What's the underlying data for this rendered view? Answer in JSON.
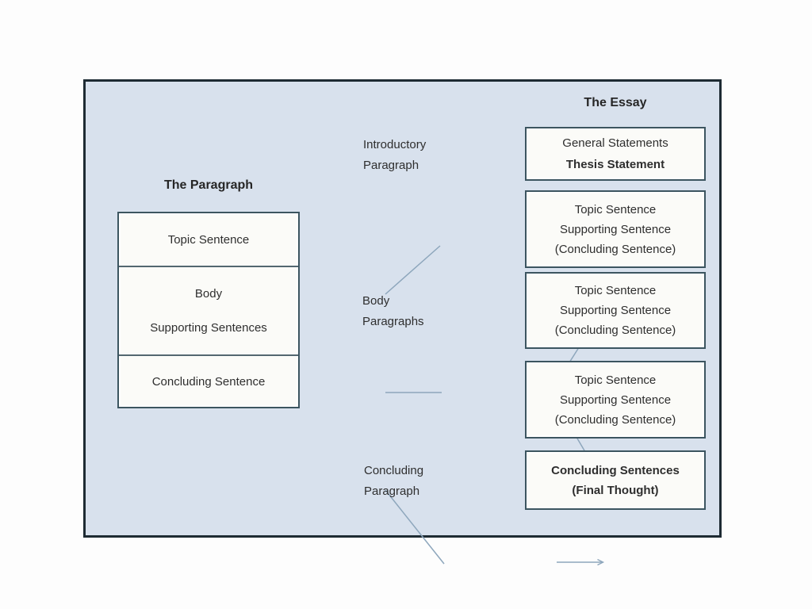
{
  "paragraph": {
    "title": "The Paragraph",
    "sections": {
      "topic": "Topic Sentence",
      "body_line1": "Body",
      "body_line2": "Supporting Sentences",
      "concluding": "Concluding Sentence"
    }
  },
  "essay": {
    "title": "The Essay",
    "intro_box": {
      "line1": "General Statements",
      "line2": "Thesis Statement"
    },
    "body_boxes": [
      {
        "line1": "Topic Sentence",
        "line2": "Supporting Sentence",
        "line3": "(Concluding Sentence)"
      },
      {
        "line1": "Topic Sentence",
        "line2": "Supporting Sentence",
        "line3": "(Concluding Sentence)"
      },
      {
        "line1": "Topic Sentence",
        "line2": "Supporting Sentence",
        "line3": "(Concluding Sentence)"
      }
    ],
    "concluding_box": {
      "line1": "Concluding Sentences",
      "line2": "(Final Thought)"
    }
  },
  "labels": {
    "introductory": {
      "line1": "Introductory",
      "line2": "Paragraph"
    },
    "body": {
      "line1": "Body",
      "line2": "Paragraphs"
    },
    "concluding": {
      "line1": "Concluding",
      "line2": "Paragraph"
    }
  },
  "colors": {
    "panel_background": "#d8e1ed",
    "panel_border": "#1e2b33",
    "box_background": "#fbfbf8",
    "box_border": "#3c5560",
    "connector": "#8da6bc",
    "text": "#2e2e2e"
  }
}
